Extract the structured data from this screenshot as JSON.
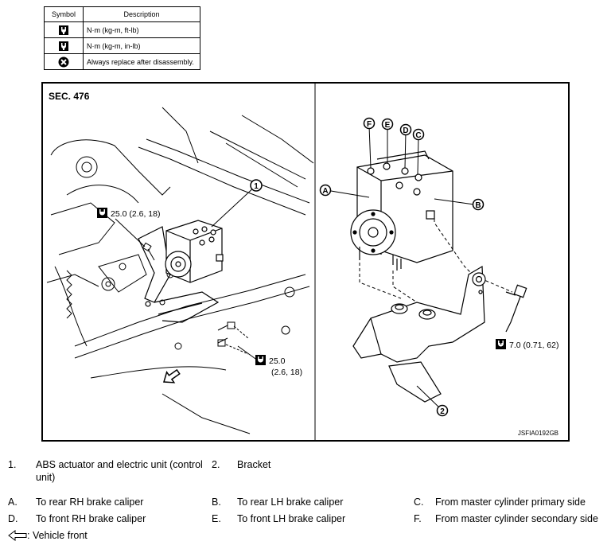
{
  "symbol_table": {
    "header_symbol": "Symbol",
    "header_description": "Description",
    "rows": [
      {
        "icon": "torque-wrench-icon",
        "description": "N·m (kg-m, ft-lb)"
      },
      {
        "icon": "torque-wrench-inlb-icon",
        "description": "N·m (kg-m, in-lb)"
      },
      {
        "icon": "always-replace-icon",
        "description": "Always replace after disassembly."
      }
    ]
  },
  "figure": {
    "section": "SEC. 476",
    "code": "JSFIA0192GB",
    "torque_upper_left": "25.0 (2.6, 18)",
    "torque_lower_value": "25.0",
    "torque_lower_units": "(2.6, 18)",
    "torque_right": "7.0 (0.71, 62)",
    "callouts": {
      "one": "1",
      "two": "2",
      "A": "A",
      "B": "B",
      "C": "C",
      "D": "D",
      "E": "E",
      "F": "F"
    }
  },
  "legend": {
    "numbered": [
      {
        "num": "1.",
        "text": "ABS actuator and electric unit (control unit)"
      },
      {
        "num": "2.",
        "text": "Bracket"
      }
    ],
    "lettered": [
      {
        "num": "A.",
        "text": "To rear RH brake caliper"
      },
      {
        "num": "B.",
        "text": "To rear LH brake caliper"
      },
      {
        "num": "C.",
        "text": "From master cylinder primary side"
      },
      {
        "num": "D.",
        "text": "To front RH brake caliper"
      },
      {
        "num": "E.",
        "text": "To front LH brake caliper"
      },
      {
        "num": "F.",
        "text": "From master cylinder secondary side"
      }
    ],
    "vehicle_front": ": Vehicle front"
  }
}
